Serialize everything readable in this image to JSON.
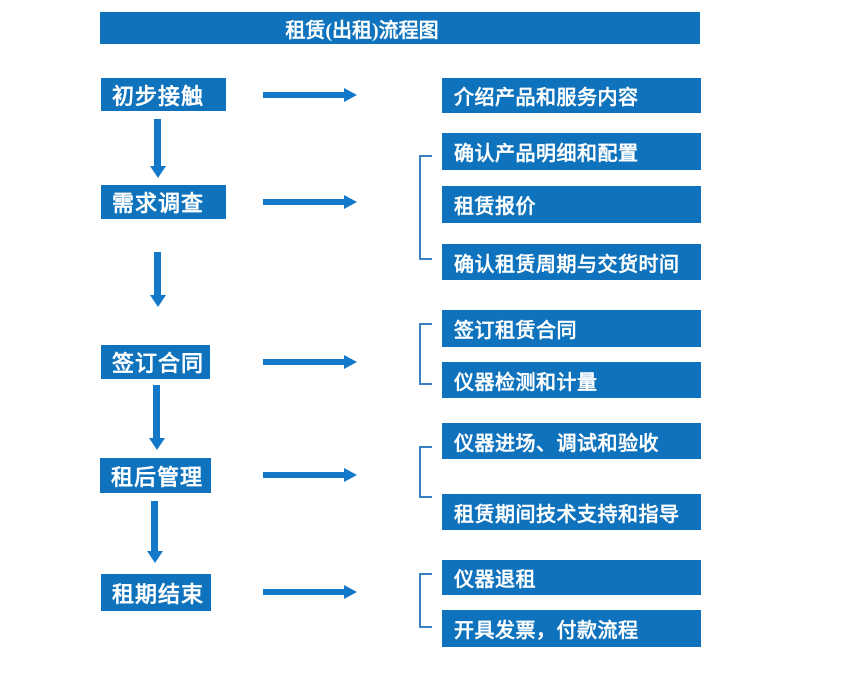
{
  "title": "租赁(出租)流程图",
  "colors": {
    "box_blue": "#0F72BC",
    "arrow_blue": "#1478C8",
    "bracket_blue": "#3B7FC4",
    "text_white": "#FFFFFF",
    "background": "#FFFFFF"
  },
  "stages": [
    {
      "label": "初步接触",
      "outputs": [
        "介绍产品和服务内容"
      ]
    },
    {
      "label": "需求调查",
      "outputs": [
        "确认产品明细和配置",
        "租赁报价",
        "确认租赁周期与交货时间"
      ]
    },
    {
      "label": "签订合同",
      "outputs": [
        "签订租赁合同",
        "仪器检测和计量"
      ]
    },
    {
      "label": "租后管理",
      "outputs": [
        "仪器进场、调试和验收",
        "租赁期间技术支持和指导"
      ]
    },
    {
      "label": "租期结束",
      "outputs": [
        "仪器退租",
        "开具发票，付款流程"
      ]
    }
  ]
}
